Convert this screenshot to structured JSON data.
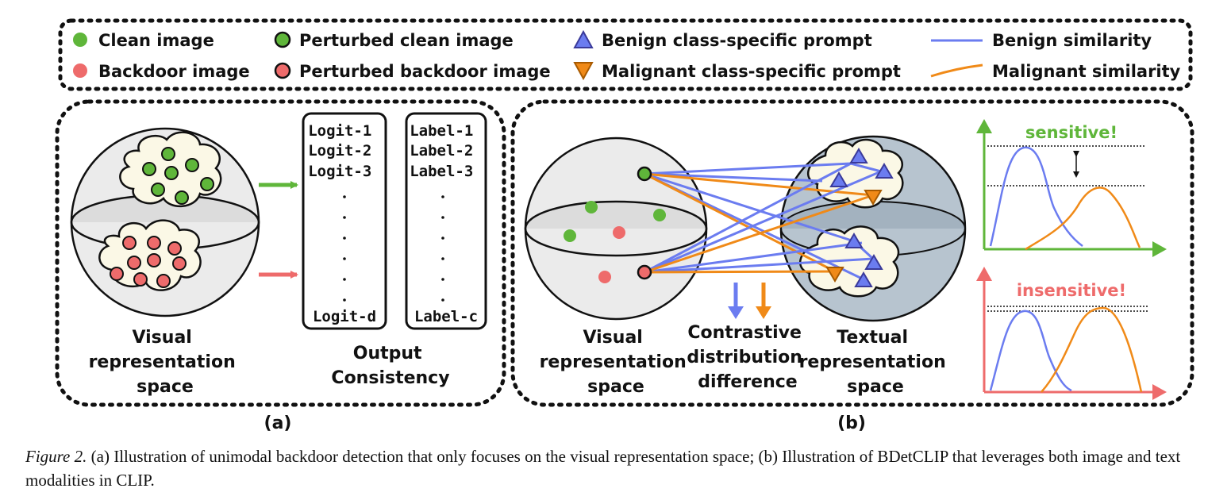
{
  "legend": {
    "clean_image": "Clean image",
    "perturbed_clean_image": "Perturbed clean image",
    "benign_prompt": "Benign class-specific prompt",
    "benign_similarity": "Benign similarity",
    "backdoor_image": "Backdoor image",
    "perturbed_backdoor_image": "Perturbed backdoor image",
    "malignant_prompt": "Malignant class-specific prompt",
    "malignant_similarity": "Malignant similarity"
  },
  "panel_a": {
    "space_label": [
      "Visual",
      "representation",
      "space"
    ],
    "logits": [
      "Logit-1",
      "Logit-2",
      "Logit-3",
      "Logit-d"
    ],
    "labels": [
      "Label-1",
      "Label-2",
      "Label-3",
      "Label-c"
    ],
    "output_label": [
      "Output",
      "Consistency"
    ],
    "tag": "(a)"
  },
  "panel_b": {
    "visual_label": [
      "Visual",
      "representation",
      "space"
    ],
    "contrastive_label": [
      "Contrastive",
      "distribution",
      "difference"
    ],
    "textual_label": [
      "Textual",
      "representation",
      "space"
    ],
    "sensitive": "sensitive!",
    "insensitive": "insensitive!",
    "tag": "(b)"
  },
  "colors": {
    "green": "#5fb63a",
    "red": "#ee6b6b",
    "blue": "#6b7cf0",
    "orange": "#f08a18",
    "cloud": "#fbf8e6",
    "textual_sphere": "#b7c4cf",
    "visual_sphere": "#e8e8e8"
  },
  "caption": {
    "figure": "Figure 2.",
    "text": " (a) Illustration of unimodal backdoor detection that only focuses on the visual representation space; (b) Illustration of BDetCLIP that leverages both image and text modalities in CLIP."
  }
}
